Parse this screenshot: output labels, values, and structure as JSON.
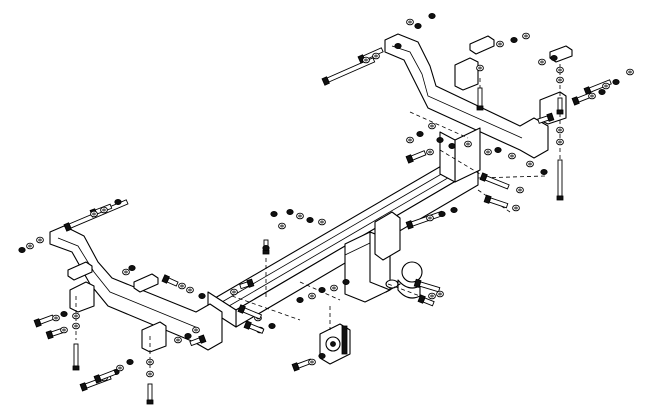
{
  "diagram": {
    "subject": "tow-bar-assembly-exploded-view",
    "colors": {
      "line": "#000000",
      "background": "#ffffff"
    },
    "parts": [
      "main-crossbar",
      "left-side-bracket",
      "right-side-bracket",
      "tow-ball",
      "tow-ball-mounting-plate",
      "electrical-socket",
      "bolts",
      "nuts",
      "washers",
      "threaded-clip-plates"
    ]
  }
}
